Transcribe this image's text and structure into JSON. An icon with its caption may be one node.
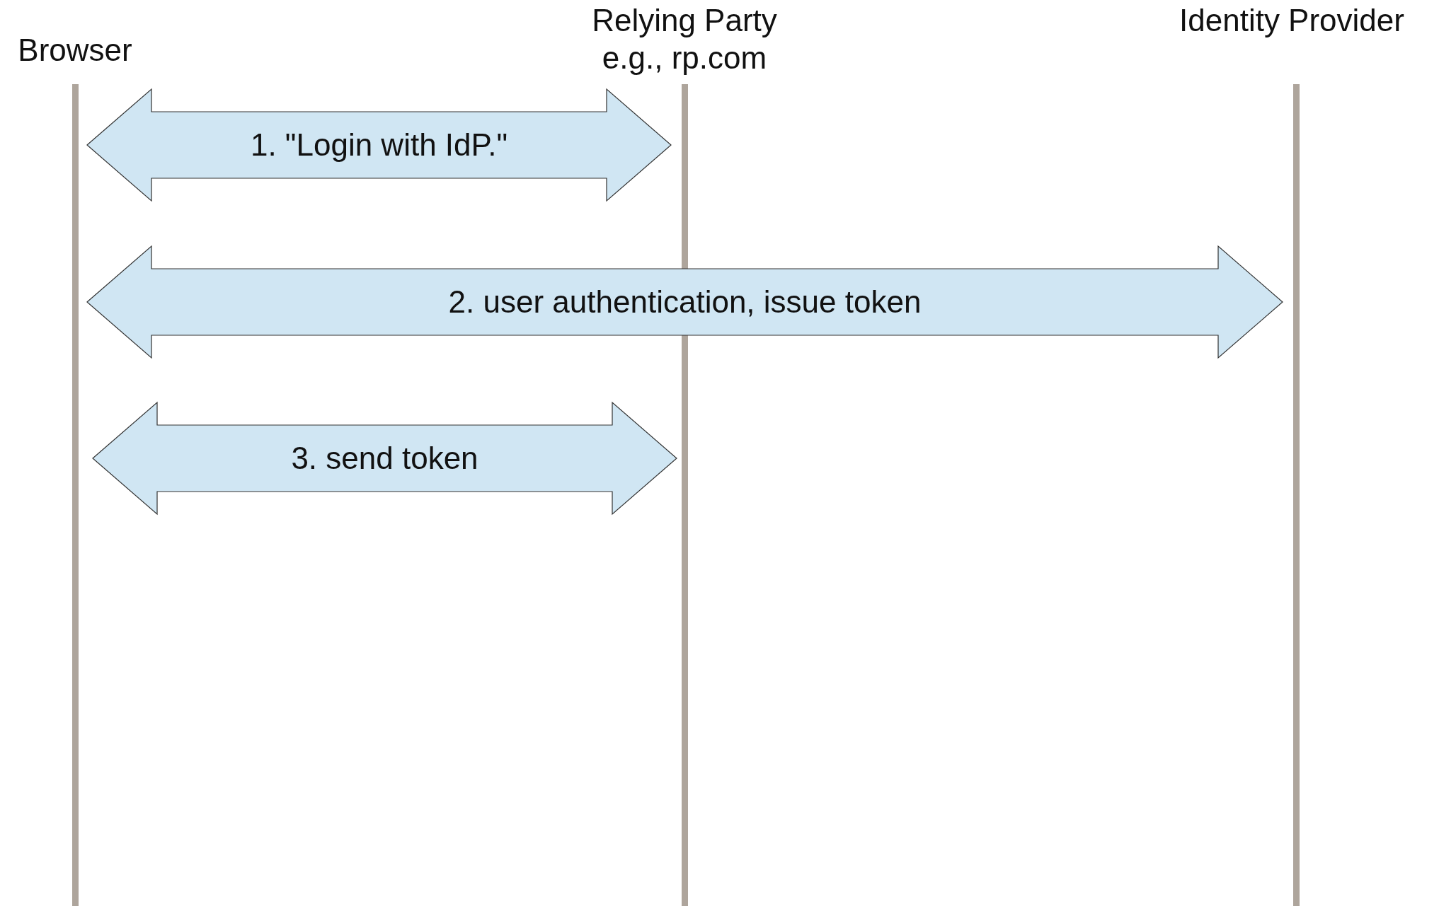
{
  "diagram": {
    "nodes": [
      {
        "text": [
          "Browser"
        ]
      },
      {
        "text": [
          "Relying Party",
          "e.g., rp.com"
        ]
      },
      {
        "text": [
          "Identity Provider"
        ]
      }
    ],
    "edges": [
      {
        "from": 0,
        "to": 1,
        "arrow": "both",
        "label": "1. \"Login with IdP.\""
      },
      {
        "from": 0,
        "to": 2,
        "arrow": "both",
        "label": "2. user authentication, issue token"
      },
      {
        "from": 0,
        "to": 1,
        "arrow": "both",
        "label": "3. send token"
      }
    ]
  }
}
